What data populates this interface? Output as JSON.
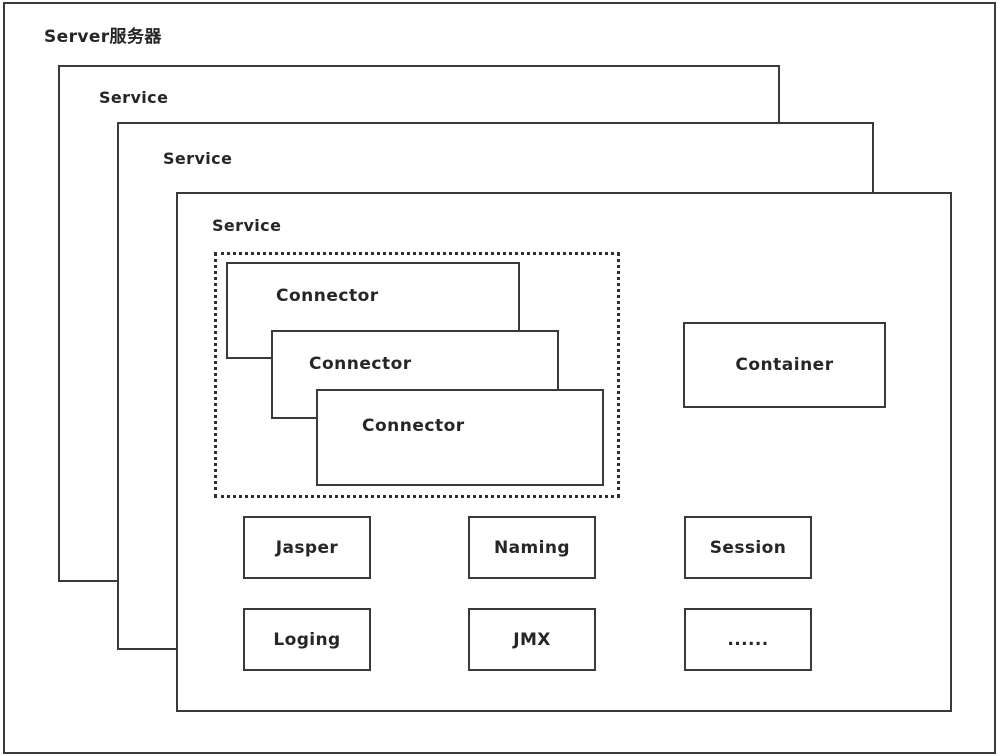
{
  "diagram": {
    "title": "Server服务器",
    "type": "layered-architecture"
  },
  "services": [
    {
      "label": "Service"
    },
    {
      "label": "Service"
    },
    {
      "label": "Service"
    }
  ],
  "connector_group": {
    "border_style": "dotted",
    "connectors": [
      {
        "label": "Connector"
      },
      {
        "label": "Connector"
      },
      {
        "label": "Connector"
      }
    ]
  },
  "container": {
    "label": "Container"
  },
  "components": [
    {
      "label": "Jasper"
    },
    {
      "label": "Naming"
    },
    {
      "label": "Session"
    },
    {
      "label": "Loging"
    },
    {
      "label": "JMX"
    },
    {
      "label": "......"
    }
  ],
  "colors": {
    "stroke": "#3a3a3a",
    "text": "#262626",
    "background": "#ffffff",
    "dotted_stroke": "#2f2f2f"
  }
}
